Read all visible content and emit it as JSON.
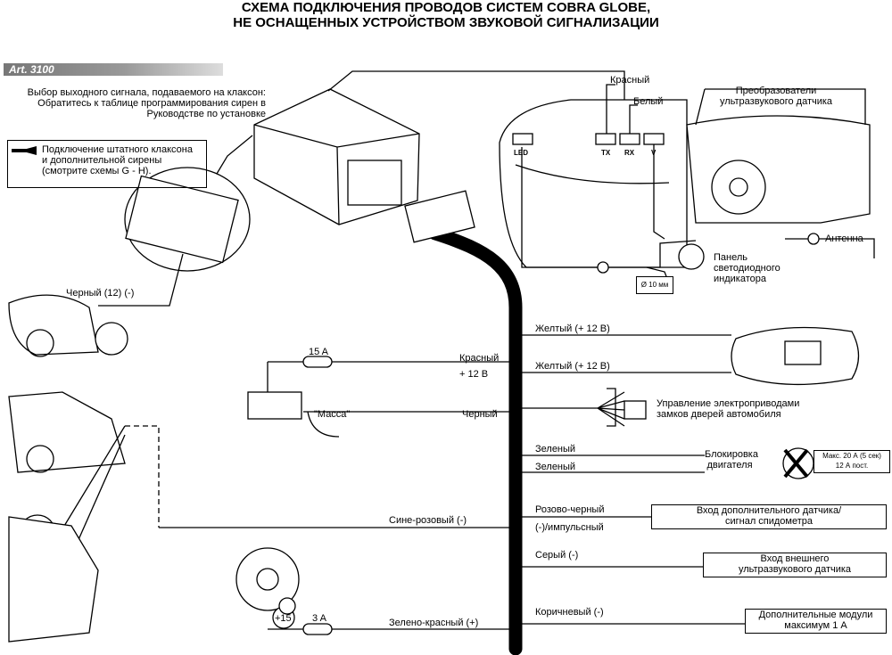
{
  "title_line1": "СХЕМА ПОДКЛЮЧЕНИЯ ПРОВОДОВ СИСТЕМ COBRA GLOBE,",
  "title_line2": "НЕ ОСНАЩЕННЫХ УСТРОЙСТВОМ ЗВУКОВОЙ СИГНАЛИЗАЦИИ",
  "art": "Art. 3100",
  "output_signal": [
    "Выбор выходного сигнала, подаваемого на клаксон:",
    "Обратитесь к таблице программирования сирен в",
    "Руководстве по установке"
  ],
  "horn": [
    "Подключение штатного клаксона",
    "и дополнительной сирены",
    "(смотрите схемы G - H)."
  ],
  "ports": {
    "led": "LED",
    "tx": "TX",
    "rx": "RX",
    "v": "V"
  },
  "top_wires": {
    "red": "Красный",
    "white": "Белый"
  },
  "ultrasonic": [
    "Преобразователи",
    "ультразвукового датчика"
  ],
  "antenna": "Антенна",
  "led_panel": [
    "Панель",
    "светодиодного",
    "индикатора"
  ],
  "drill": "Ø 10 мм",
  "black12": "Черный  (12) (-)",
  "fuse15": "15 A",
  "plus12_red": "Красный",
  "plus12": "+ 12 В",
  "ground": "\"Масса\"",
  "black": "Черный",
  "yellow1": "Желтый  (+ 12 В)",
  "yellow2": "Желтый  (+ 12 В)",
  "locks": [
    "Управление электроприводами",
    "замков дверей автомобиля"
  ],
  "green1": "Зеленый",
  "green2": "Зеленый",
  "immob": [
    "Блокировка",
    "двигателя"
  ],
  "immob_rating": [
    "Макс. 20 А (5 сек)",
    "12 А пост."
  ],
  "blue_pink": "Сине-розовый (-)",
  "pink_black": "Розово-черный",
  "pulse": "(-)/импульсный",
  "aux_sensor": [
    "Вход дополнительного датчика/",
    "сигнал спидометра"
  ],
  "grey": "Серый (-)",
  "ext_ultra": [
    "Вход внешнего",
    "ультразвукового датчика"
  ],
  "plus15": "+15",
  "fuse3": "3 A",
  "green_red": "Зелено-красный (+)",
  "brown": "Коричневый (-)",
  "addon": [
    "Дополнительные модули",
    "максимум 1 А"
  ]
}
